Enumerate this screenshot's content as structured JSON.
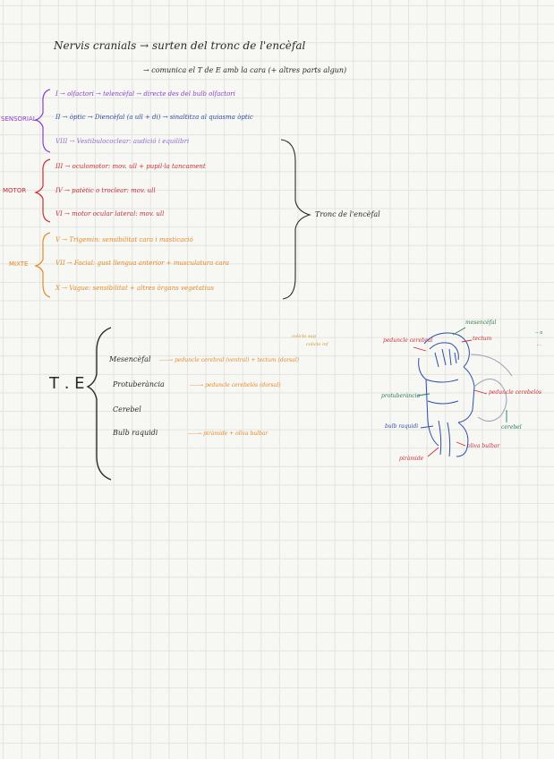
{
  "title": {
    "main": "Nervis cranials → surten del tronc de l'encèfal",
    "sub": "→ comunica el T de E amb la cara (+ altres parts algun)"
  },
  "groups": {
    "sensorial": "SENSORIAL",
    "motor": "MOTOR",
    "mixte": "MIXTE"
  },
  "nerves": {
    "i": "I → olfactori → telencèfal → directe des del bulb olfactori",
    "ii": "II → òptic → Diencèfal (a ull + di) → sinaltitza al quiasma òptic",
    "viii": "VIII → Vestibulococlear: audició i equilibri",
    "iii": "III → oculomotor: mov. ull + pupil·la tancament",
    "iv": "IV → patètic o troclear: mov. ull",
    "vi": "VI → motor ocular lateral: mov. ull",
    "v": "V → Trigemin: sensibilitat cara i masticació",
    "vii": "VII → Facial: gust llengua anterior + musculatura cara",
    "x": "X → Vague: sensibilitat + altres òrgans vegetatius"
  },
  "tronc_label": "Tronc de l'encèfal",
  "te": {
    "label": "T . E",
    "mesencefal": "Mesencèfal",
    "mesencefal_arrow": "-----→ peduncle cerebral (ventral) + tectum (dorsal)",
    "mesencefal_note_1": "colicle sup",
    "mesencefal_note_2": "colicle inf",
    "protuberancia": "Protuberància",
    "protuberancia_arrow": "-----→ peduncle cerebelós (dorsal)",
    "cerebel": "Cerebel",
    "bulb": "Bulb raquidi",
    "bulb_arrow": "-----→ piràmide + oliva bulbar"
  },
  "diagram": {
    "peduncle_cerebral": "peduncle cerebral",
    "mesencefal": "mesencèfal",
    "tectum": "tectum",
    "protuberancia": "protuberància",
    "peduncle_cerebelos": "peduncle cerebelós",
    "bulb_raquidi": "bulb raquidi",
    "cerebel": "cerebel",
    "piramide": "piràmide",
    "oliva_bulbar": "oliva bulbar",
    "margin_note_1": "-- o",
    "margin_note_2": "- ·"
  },
  "colors": {
    "purple": "#8a3fd0",
    "blue": "#2f4ea8",
    "red": "#c62f38",
    "orange": "#e38a2b",
    "green": "#2e7a4a"
  }
}
